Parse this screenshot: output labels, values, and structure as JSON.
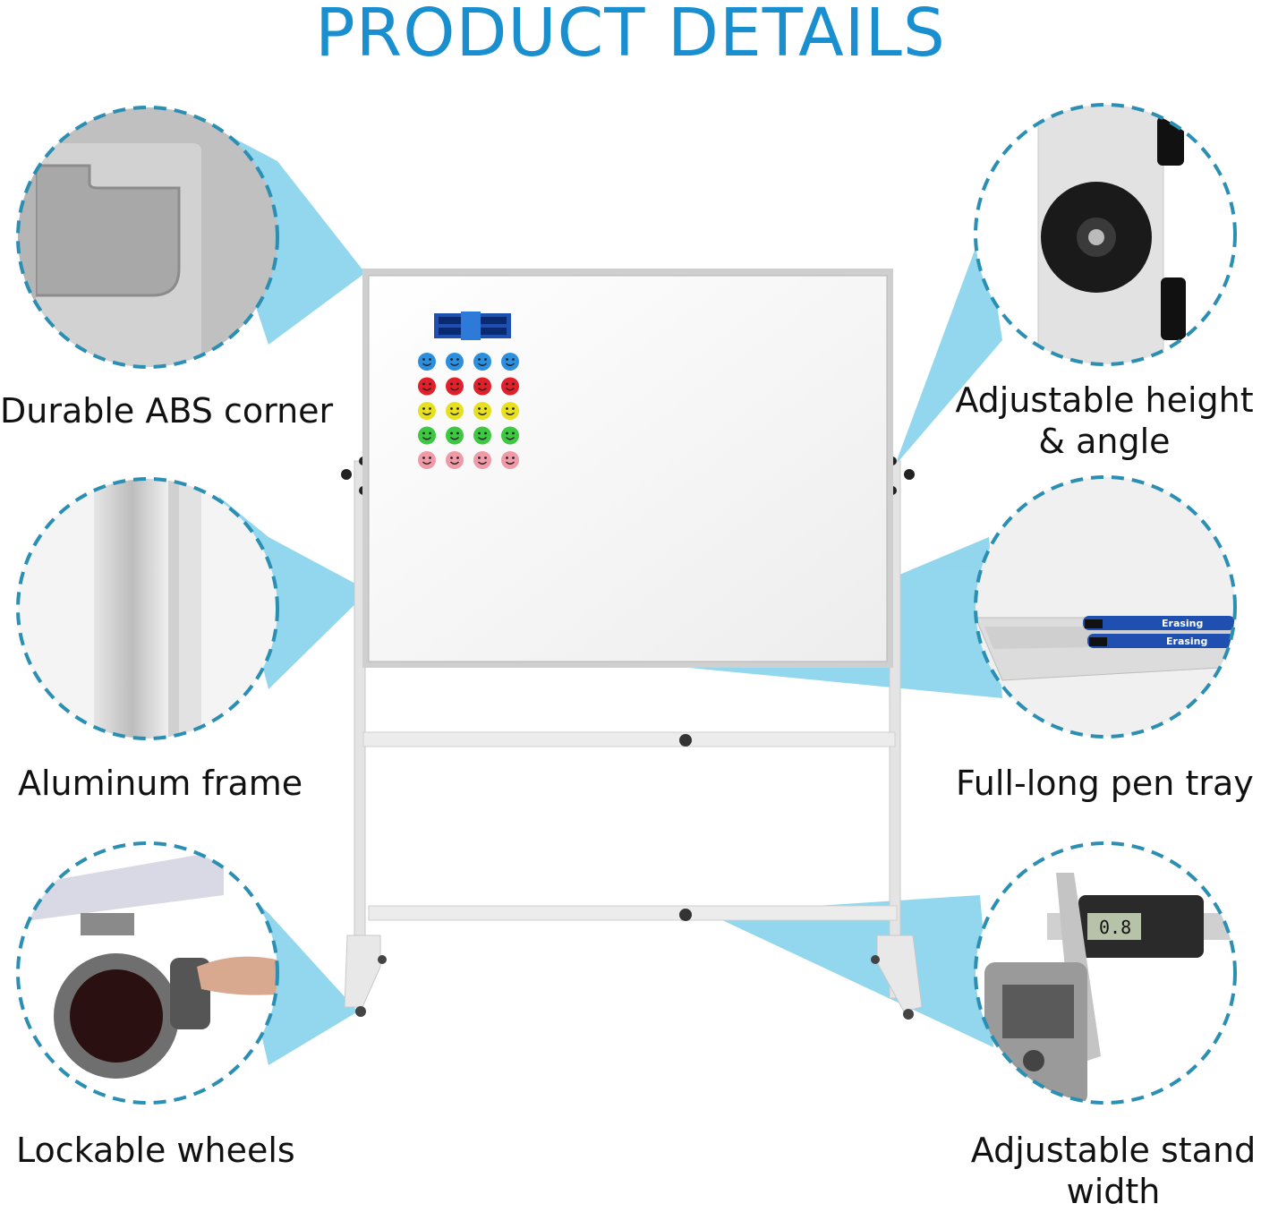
{
  "title": "PRODUCT DETAILS",
  "features": [
    {
      "label": "Durable ABS corner"
    },
    {
      "label": "Aluminum frame"
    },
    {
      "label": "Lockable wheels"
    },
    {
      "label_line1": "Adjustable height",
      "label_line2": "& angle"
    },
    {
      "label": "Full-long pen tray"
    },
    {
      "label_line1": "Adjustable stand",
      "label_line2": "width"
    }
  ],
  "pen_tray_markers": {
    "text1": "Erasing",
    "text2": "Erasing"
  },
  "caliper_readout": "0.8",
  "colors": {
    "title": "#1a8fd0",
    "callout": "#7fd0ea",
    "dash": "#2a8fb3",
    "magnets": [
      "#2a8fe0",
      "#e0202a",
      "#e6e020",
      "#3cc840",
      "#f09aa8"
    ]
  }
}
